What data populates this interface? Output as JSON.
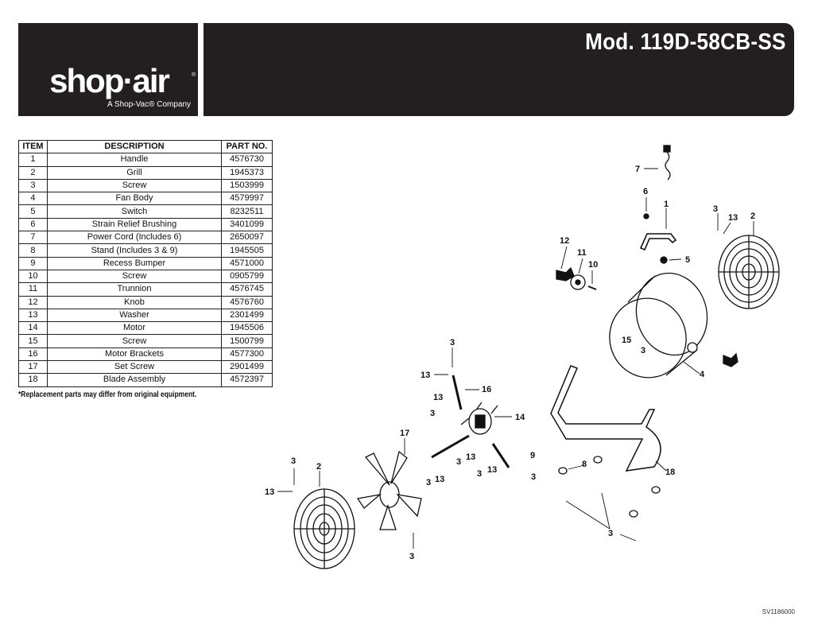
{
  "brand": {
    "logo_text": "shop·air",
    "tagline": "A Shop-Vac® Company"
  },
  "model_title": "Mod. 119D-58CB-SS",
  "parts_table": {
    "headers": [
      "ITEM",
      "DESCRIPTION",
      "PART NO."
    ],
    "rows": [
      [
        "1",
        "Handle",
        "4576730"
      ],
      [
        "2",
        "Grill",
        "1945373"
      ],
      [
        "3",
        "Screw",
        "1503999"
      ],
      [
        "4",
        "Fan Body",
        "4579997"
      ],
      [
        "5",
        "Switch",
        "8232511"
      ],
      [
        "6",
        "Strain Relief Brushing",
        "3401099"
      ],
      [
        "7",
        "Power Cord (Includes 6)",
        "2650097"
      ],
      [
        "8",
        "Stand (Includes 3 & 9)",
        "1945505"
      ],
      [
        "9",
        "Recess Bumper",
        "4571000"
      ],
      [
        "10",
        "Screw",
        "0905799"
      ],
      [
        "11",
        "Trunnion",
        "4576745"
      ],
      [
        "12",
        "Knob",
        "4576760"
      ],
      [
        "13",
        "Washer",
        "2301499"
      ],
      [
        "14",
        "Motor",
        "1945506"
      ],
      [
        "15",
        "Screw",
        "1500799"
      ],
      [
        "16",
        "Motor Brackets",
        "4577300"
      ],
      [
        "17",
        "Set Screw",
        "2901499"
      ],
      [
        "18",
        "Blade Assembly",
        "4572397"
      ]
    ]
  },
  "footnote": "*Replacement parts may differ from original equipment.",
  "doc_code": "SV1186000",
  "diagram_callouts": [
    "7",
    "6",
    "1",
    "3",
    "13",
    "2",
    "12",
    "11",
    "10",
    "5",
    "15",
    "3",
    "4",
    "3",
    "13",
    "16",
    "13",
    "3",
    "14",
    "17",
    "3",
    "2",
    "13",
    "3",
    "13",
    "3",
    "13",
    "3",
    "13",
    "3",
    "9",
    "8",
    "18",
    "3"
  ],
  "colors": {
    "header_bg": "#231f20",
    "ink": "#111111"
  }
}
